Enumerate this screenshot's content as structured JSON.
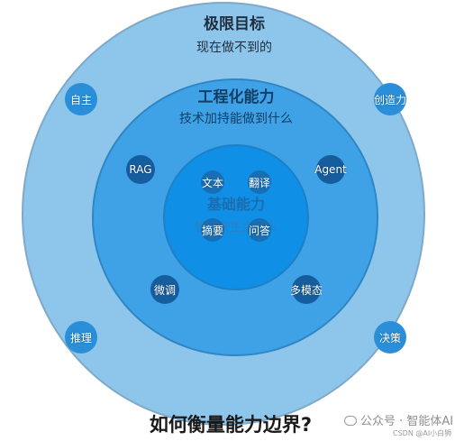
{
  "outer": {
    "title": "极限目标",
    "subtitle": "现在做不到的"
  },
  "middle": {
    "title": "工程化能力",
    "subtitle": "技术加持能做到什么"
  },
  "inner": {
    "title": "基础能力",
    "subtitle": "模型天生会什么"
  },
  "outer_items": [
    "自主",
    "创造力",
    "推理",
    "决策"
  ],
  "middle_items": [
    "RAG",
    "Agent",
    "微调",
    "多模态"
  ],
  "inner_items": [
    "文本",
    "翻译",
    "摘要",
    "问答"
  ],
  "question": "如何衡量能力边界?",
  "watermark": {
    "text": "公众号 · 智能体AI",
    "credit": "CSDN @AI小白狮"
  },
  "colors": {
    "outer_fill": "#8ec5ea",
    "middle_fill": "#3fa2e6",
    "inner_fill": "#0f8fe6",
    "badge_outer": "#2a8fd8",
    "badge_middle": "#165d9e",
    "badge_inner": "#1a6fb4"
  },
  "icons": {
    "watermark": "chat-bubble-icon"
  }
}
